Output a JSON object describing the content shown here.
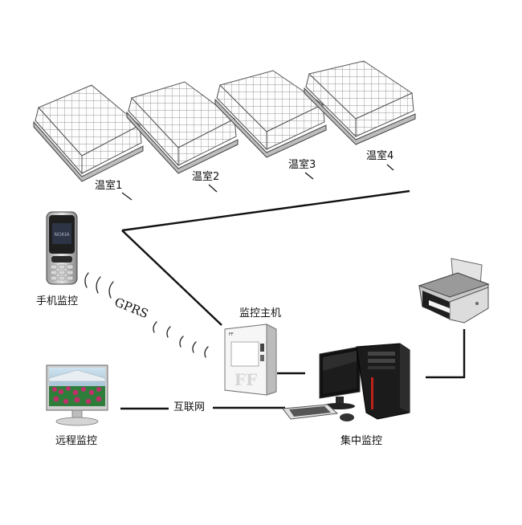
{
  "labels": {
    "greenhouse1": "温室1",
    "greenhouse2": "温室2",
    "greenhouse3": "温室3",
    "greenhouse4": "温室4",
    "mobile": "手机监控",
    "gprs": "GPRS",
    "host": "监控主机",
    "internet": "互联网",
    "remote": "远程监控",
    "central": "集中监控"
  },
  "host_panel_logo": "FF",
  "colors": {
    "line": "#111111",
    "greenhouse_stroke": "#555555",
    "computer_body": "#1a1a1a",
    "host_body": "#f0f0f0",
    "screen_flowers": "#c0306a",
    "screen_leaves": "#2f7d3a"
  }
}
